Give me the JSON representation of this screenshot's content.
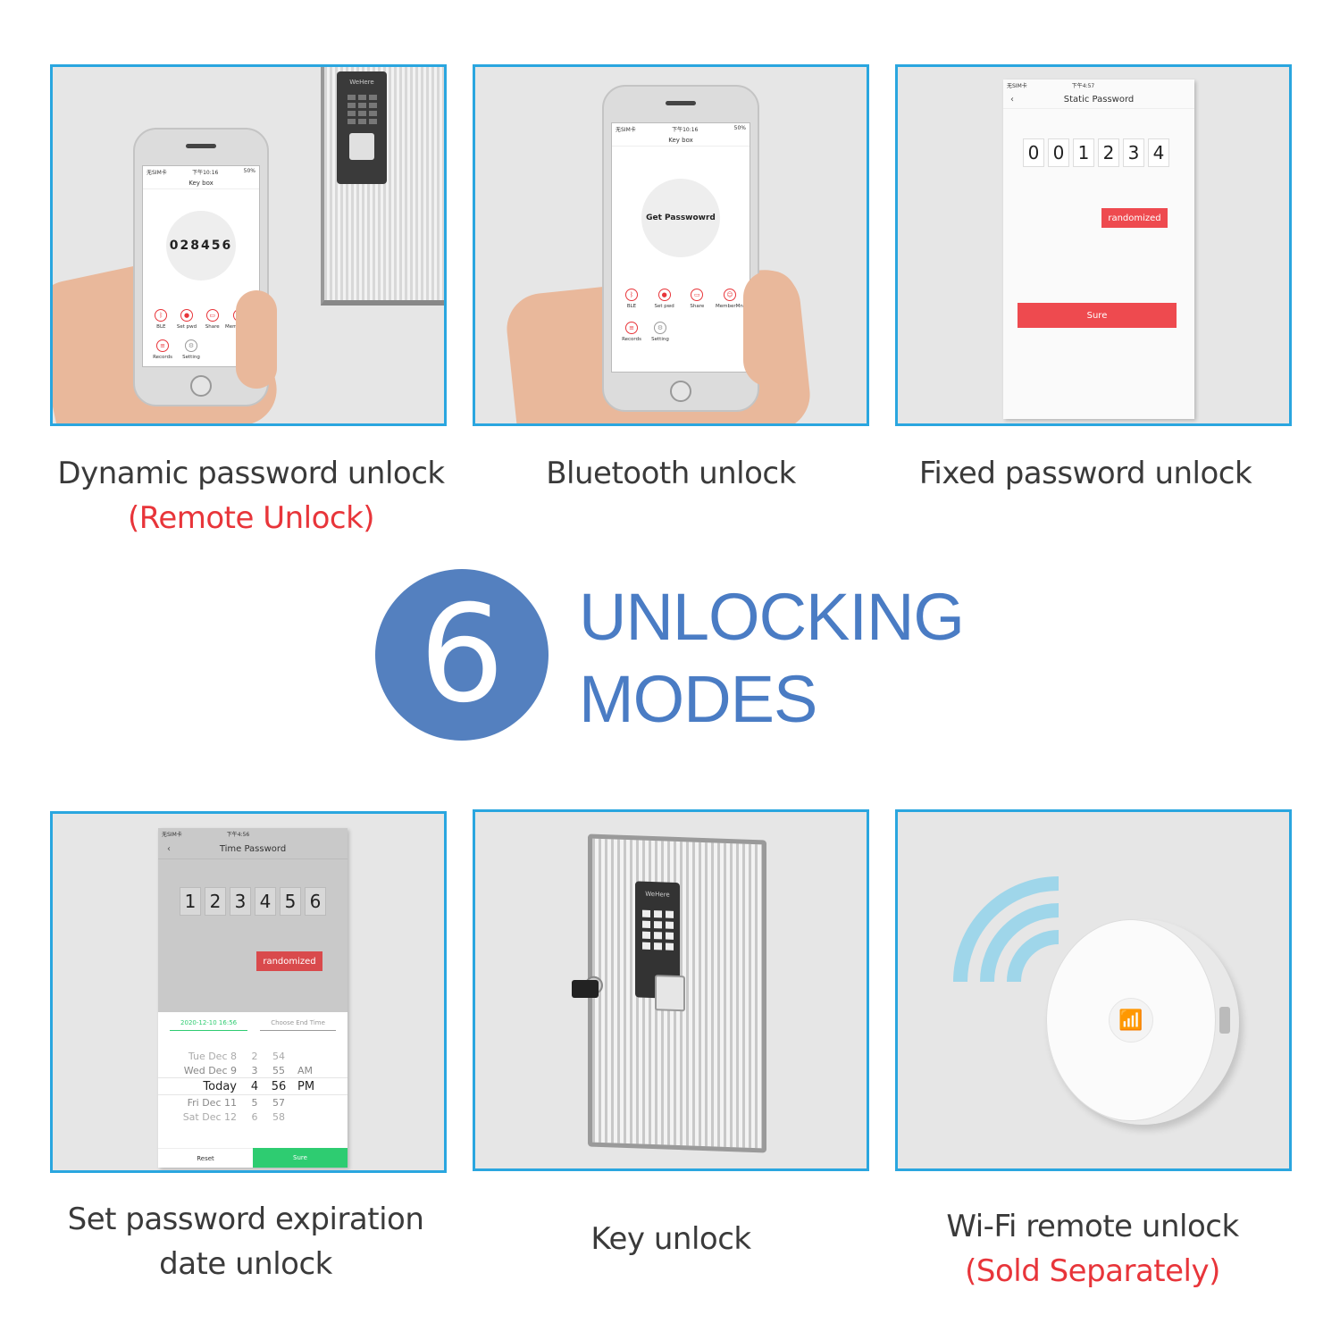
{
  "panels": {
    "dynamic": {
      "caption": "Dynamic password unlock",
      "sub": "(Remote Unlock)",
      "phone_title": "Key box",
      "code": "028456",
      "status_left": "无SIM卡",
      "status_mid": "下午10:16",
      "status_right": "50%",
      "keypad_brand": "WeHere",
      "icons": [
        "BLE",
        "Set pwd",
        "Share",
        "MemberMng"
      ],
      "icons2": [
        "Records",
        "Setting"
      ]
    },
    "bluetooth": {
      "caption": "Bluetooth unlock",
      "phone_title": "Key box",
      "button": "Get Passwowrd",
      "status_left": "无SIM卡",
      "status_mid": "下午10:16",
      "status_right": "50%",
      "icons": [
        "BLE",
        "Set pwd",
        "Share",
        "MemberMng"
      ],
      "icons2": [
        "Records",
        "Setting"
      ]
    },
    "fixed": {
      "caption": "Fixed password unlock",
      "screen_title": "Static Password",
      "status_left": "无SIM卡",
      "status_mid": "下午4:57",
      "digits": [
        "0",
        "0",
        "1",
        "2",
        "3",
        "4"
      ],
      "randomize": "randomized",
      "sure": "Sure"
    },
    "expiration": {
      "caption_line1": "Set password expiration",
      "caption_line2": "date unlock",
      "screen_title": "Time Password",
      "status_left": "无SIM卡",
      "status_mid": "下午4:56",
      "digits": [
        "1",
        "2",
        "3",
        "4",
        "5",
        "6"
      ],
      "randomize": "randomized",
      "start_date": "2020-12-10 16:56",
      "end_placeholder": "Choose End Time",
      "picker": [
        [
          "Tue Dec 8",
          "2",
          "54",
          ""
        ],
        [
          "Wed Dec 9",
          "3",
          "55",
          "AM"
        ],
        [
          "Today",
          "4",
          "56",
          "PM"
        ],
        [
          "Fri Dec 11",
          "5",
          "57",
          ""
        ],
        [
          "Sat Dec 12",
          "6",
          "58",
          ""
        ]
      ],
      "reset": "Reset",
      "sure": "Sure"
    },
    "key": {
      "caption": "Key unlock",
      "brand": "WeHere"
    },
    "wifi": {
      "caption": "Wi-Fi remote unlock",
      "sub": "(Sold Separately)"
    }
  },
  "headline": {
    "number": "6",
    "line1": "UNLOCKING",
    "line2": "MODES"
  },
  "colors": {
    "border": "#2aa6df",
    "accent_blue": "#5480bf",
    "headline_blue": "#4a7cc4",
    "red": "#e8353a",
    "green": "#2ecc71"
  }
}
